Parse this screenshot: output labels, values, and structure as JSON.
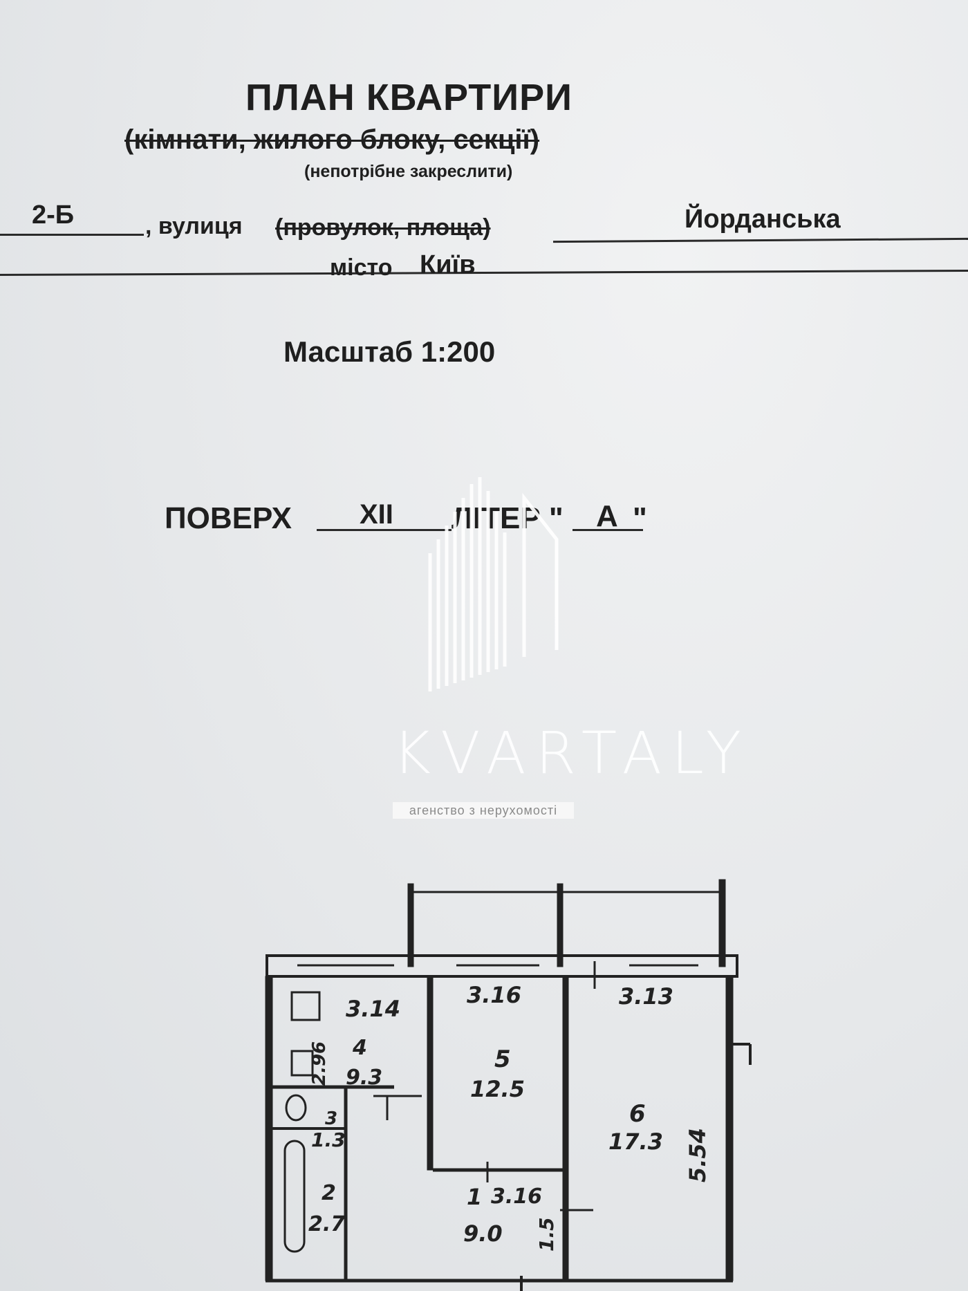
{
  "document": {
    "title": "ПЛАН КВАРТИРИ",
    "subtitle_struck": "(кімнати, жилого блоку, секції)",
    "note": "(непотрібне закреслити)",
    "house_number": "2-Б",
    "street_prefix": ", вулиця",
    "street_struck": "(провулок, площа)",
    "street_name": "Йорданська",
    "city_label": "місто",
    "city_name": "Київ",
    "scale": "Масштаб 1:200",
    "floor_label": "ПОВЕРХ",
    "floor_value": "XII",
    "letter_label": "ЛІТЕР \"",
    "letter_value": "А",
    "letter_close": "\""
  },
  "watermark": {
    "name": "KVARTALY",
    "caption": "агенство з нерухомості"
  },
  "plan": {
    "rooms": [
      {
        "number": "4",
        "area": "9.3",
        "width": "3.14",
        "depth": "2.96"
      },
      {
        "number": "5",
        "area": "12.5",
        "width": "3.16"
      },
      {
        "number": "6",
        "area": "17.3",
        "width": "3.13",
        "depth": "5.54"
      },
      {
        "number": "3",
        "area": "1.3"
      },
      {
        "number": "2",
        "area": "2.7"
      },
      {
        "number": "1",
        "area": "9.0",
        "width": "3.16",
        "depth": "1.5"
      }
    ]
  }
}
